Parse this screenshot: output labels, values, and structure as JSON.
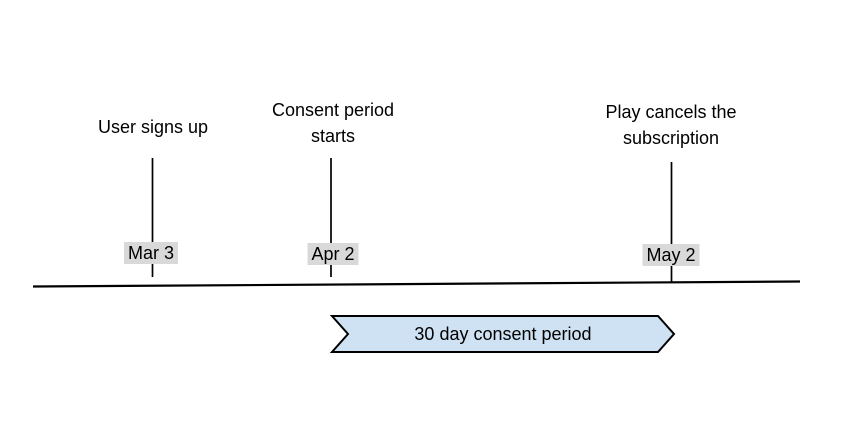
{
  "diagram": {
    "type": "timeline",
    "background_color": "#ffffff",
    "line_color": "#000000",
    "text_color": "#000000",
    "date_chip_background": "#d9d9d9",
    "events": [
      {
        "label": "User signs up",
        "date": "Mar 3"
      },
      {
        "label": "Consent period starts",
        "date": "Apr 2"
      },
      {
        "label": "Play cancels the subscription",
        "date": "May 2"
      }
    ],
    "banner": {
      "label": "30 day consent period",
      "fill": "#cfe2f3",
      "stroke": "#000000"
    }
  }
}
